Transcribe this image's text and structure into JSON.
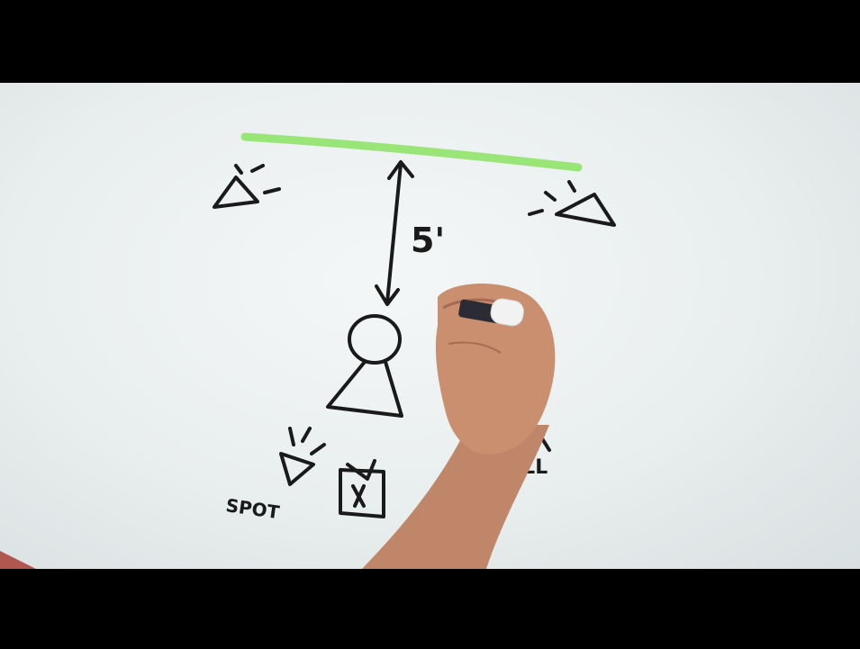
{
  "video": {
    "colors": {
      "whiteboard": "#edf1f1",
      "ink": "#1a1a1a",
      "highlighter": "#8fe36a",
      "letterbox": "#000000",
      "skin": "#c98f6e",
      "marker_cap": "#f2f2f2"
    }
  },
  "drawing": {
    "distance_label": "5'",
    "spot_label": "SPOT",
    "fill_label": "ILL"
  }
}
